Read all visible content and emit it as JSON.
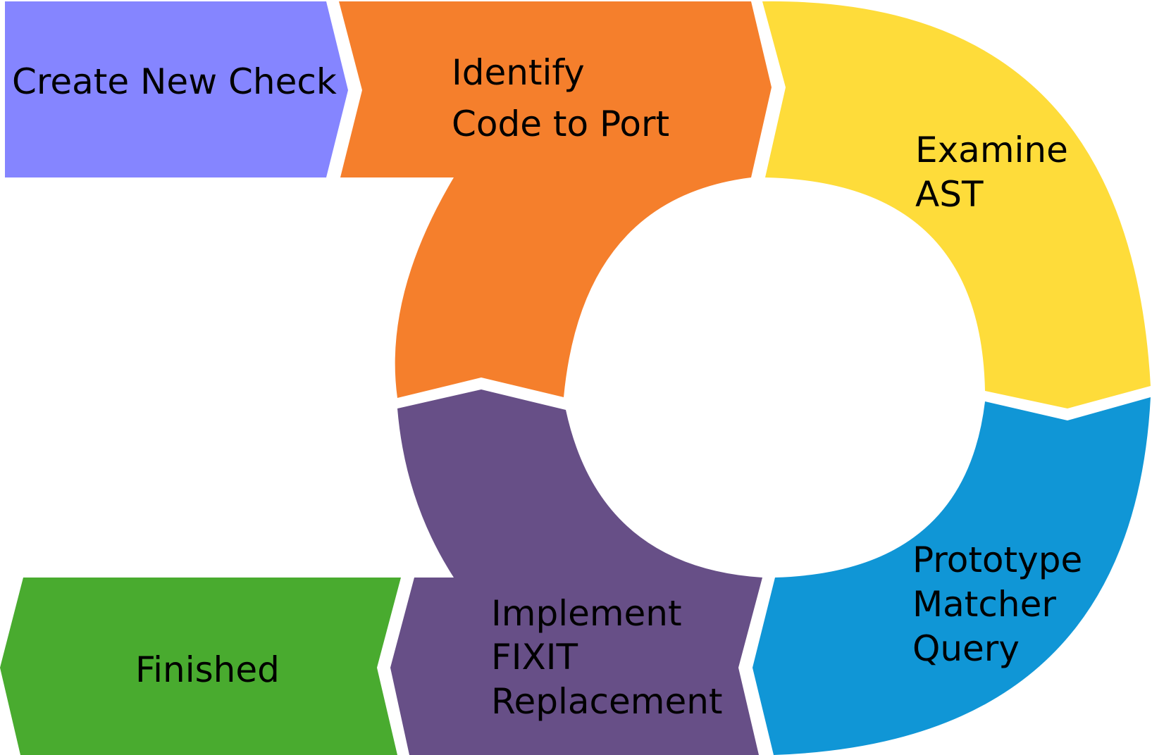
{
  "steps": [
    {
      "id": "create",
      "lines": [
        "Create New Check"
      ],
      "color": "#8585ff"
    },
    {
      "id": "identify",
      "lines": [
        "Identify",
        "Code to Port"
      ],
      "color": "#f57f2c"
    },
    {
      "id": "examine",
      "lines": [
        "Examine",
        "AST"
      ],
      "color": "#fedc3a"
    },
    {
      "id": "prototype",
      "lines": [
        "Prototype",
        "Matcher",
        "Query"
      ],
      "color": "#1096d6"
    },
    {
      "id": "implement",
      "lines": [
        "Implement",
        "FIXIT",
        "Replacement"
      ],
      "color": "#674f87"
    },
    {
      "id": "finished",
      "lines": [
        "Finished"
      ],
      "color": "#49ab2f"
    }
  ]
}
